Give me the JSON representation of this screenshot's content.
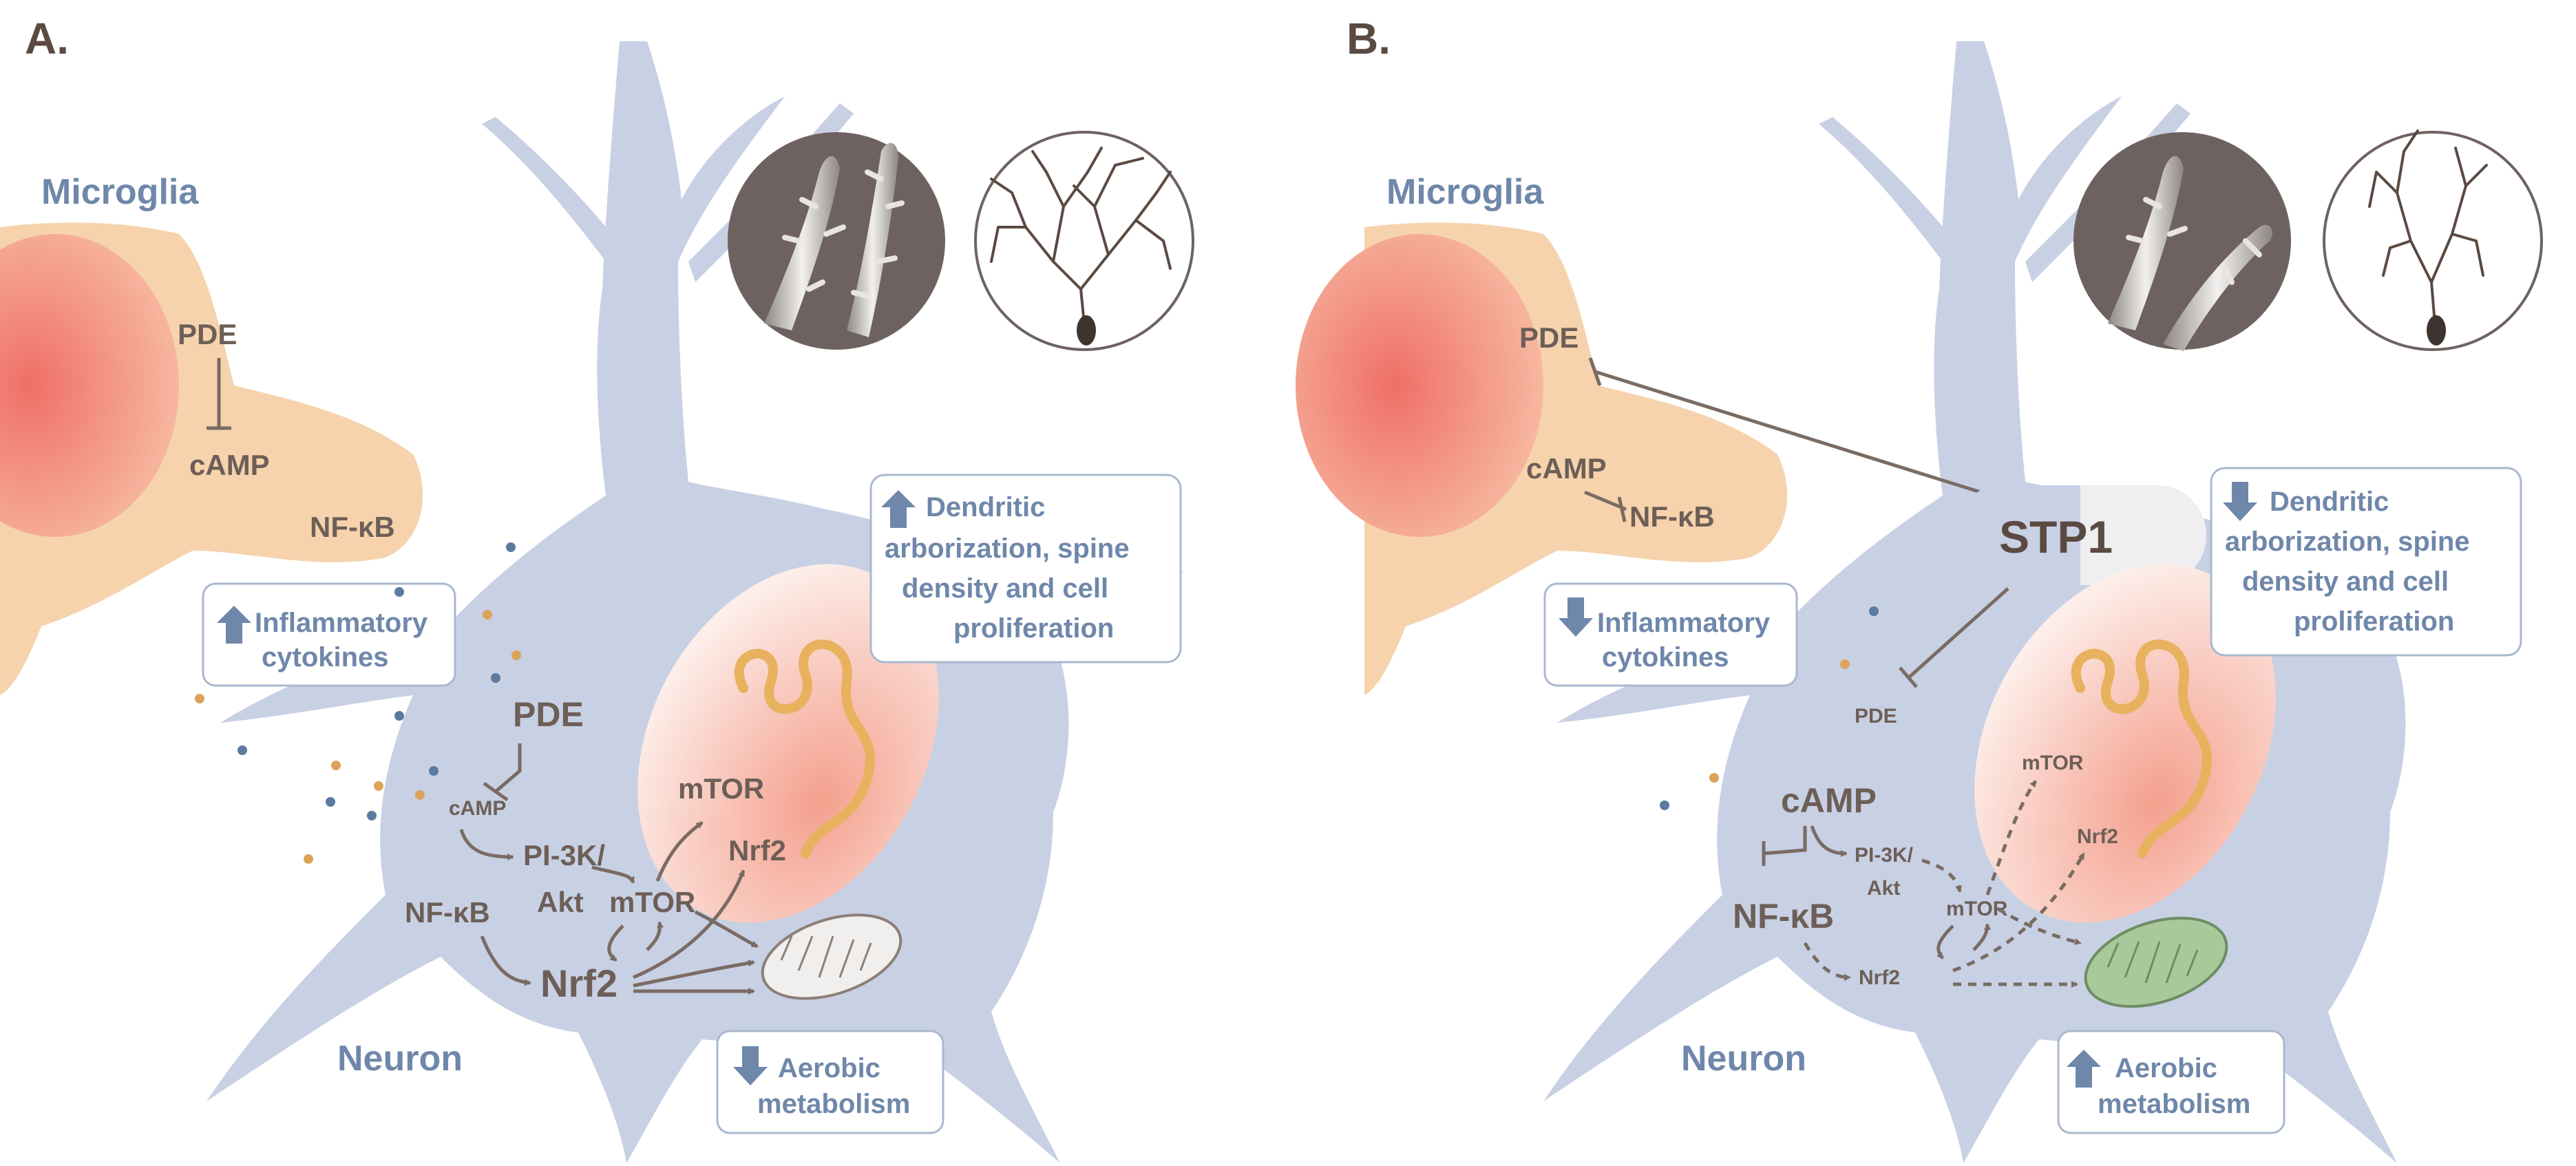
{
  "panels": [
    {
      "label": "A.",
      "microglia": "Microglia",
      "neuron": "Neuron",
      "microglia_mols": {
        "pde": "PDE",
        "camp": "cAMP",
        "nfkb": "NF-κB"
      },
      "neuron_mols": {
        "pde": "PDE",
        "camp": "cAMP",
        "pi3k_line1": "PI-3K/",
        "pi3k_line2": "Akt",
        "nfkb": "NF-κB",
        "mtor": "mTOR",
        "nrf2": "Nrf2",
        "mtor_nucleus": "mTOR",
        "nrf2_nucleus": "Nrf2"
      },
      "cytokine_box": [
        "Inflammatory",
        "cytokines"
      ],
      "cytokine_direction": "up",
      "dendrite_box": [
        "Dendritic",
        "arborization, spine",
        "density and cell",
        "proliferation"
      ],
      "dendrite_direction": "up",
      "metabolism_box": [
        "Aerobic",
        "metabolism"
      ],
      "metabolism_direction": "down"
    },
    {
      "label": "B.",
      "microglia": "Microglia",
      "neuron": "Neuron",
      "microglia_mols": {
        "pde": "PDE",
        "camp": "cAMP",
        "nfkb": "NF-κB"
      },
      "neuron_mols": {
        "pde": "PDE",
        "camp": "cAMP",
        "pi3k_line1": "PI-3K/",
        "pi3k_line2": "Akt",
        "nfkb": "NF-κB",
        "mtor": "mTOR",
        "nrf2": "Nrf2",
        "mtor_nucleus": "mTOR",
        "nrf2_nucleus": "Nrf2"
      },
      "cytokine_box": [
        "Inflammatory",
        "cytokines"
      ],
      "cytokine_direction": "down",
      "dendrite_box": [
        "Dendritic",
        "arborization, spine",
        "density and cell",
        "proliferation"
      ],
      "dendrite_direction": "down",
      "metabolism_box": [
        "Aerobic",
        "metabolism"
      ],
      "metabolism_direction": "up",
      "drug": "STP1"
    }
  ],
  "colors": {
    "microglia": "#f6d3ad",
    "microglia_nucleus": "#f28b82",
    "neuron": "#c8d0e4",
    "nucleus_fill": "#fbe3dc",
    "label_blue": "#6f87aa",
    "text_brown": "#6d5f57",
    "mito_a": "#f1efed",
    "mito_b": "#a8c99a",
    "dot_blue": "#5a7aa0",
    "dot_orange": "#dba45a"
  }
}
